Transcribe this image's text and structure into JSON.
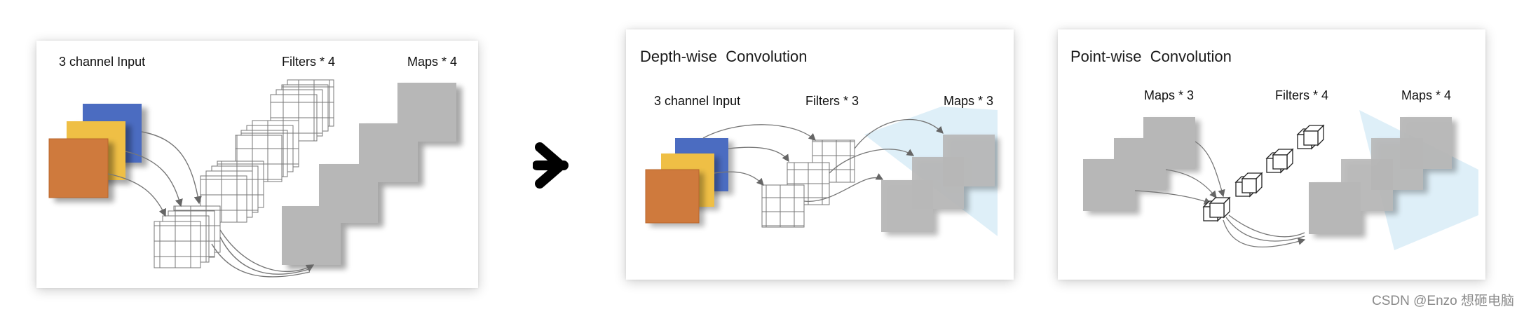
{
  "panel_a": {
    "input_label": "3 channel Input",
    "filters_label": "Filters * 4",
    "maps_label": "Maps * 4",
    "channel_colors": [
      "#4b6cc1",
      "#efbf45",
      "#cf7a3e"
    ],
    "map_color": "#b7b7b7"
  },
  "panel_b": {
    "title": "Depth-wise  Convolution",
    "input_label": "3 channel Input",
    "filters_label": "Filters * 3",
    "maps_label": "Maps * 3",
    "map_color": "#b7b7b7",
    "highlight_color": "#d8ecf7"
  },
  "panel_c": {
    "title": "Point-wise  Convolution",
    "maps_in_label": "Maps * 3",
    "filters_label": "Filters * 4",
    "maps_out_label": "Maps * 4",
    "map_color": "#b7b7b7",
    "highlight_color": "#d8ecf7"
  },
  "transition_icon": "right-arrow-icon",
  "watermark": "CSDN @Enzo 想砸电脑"
}
